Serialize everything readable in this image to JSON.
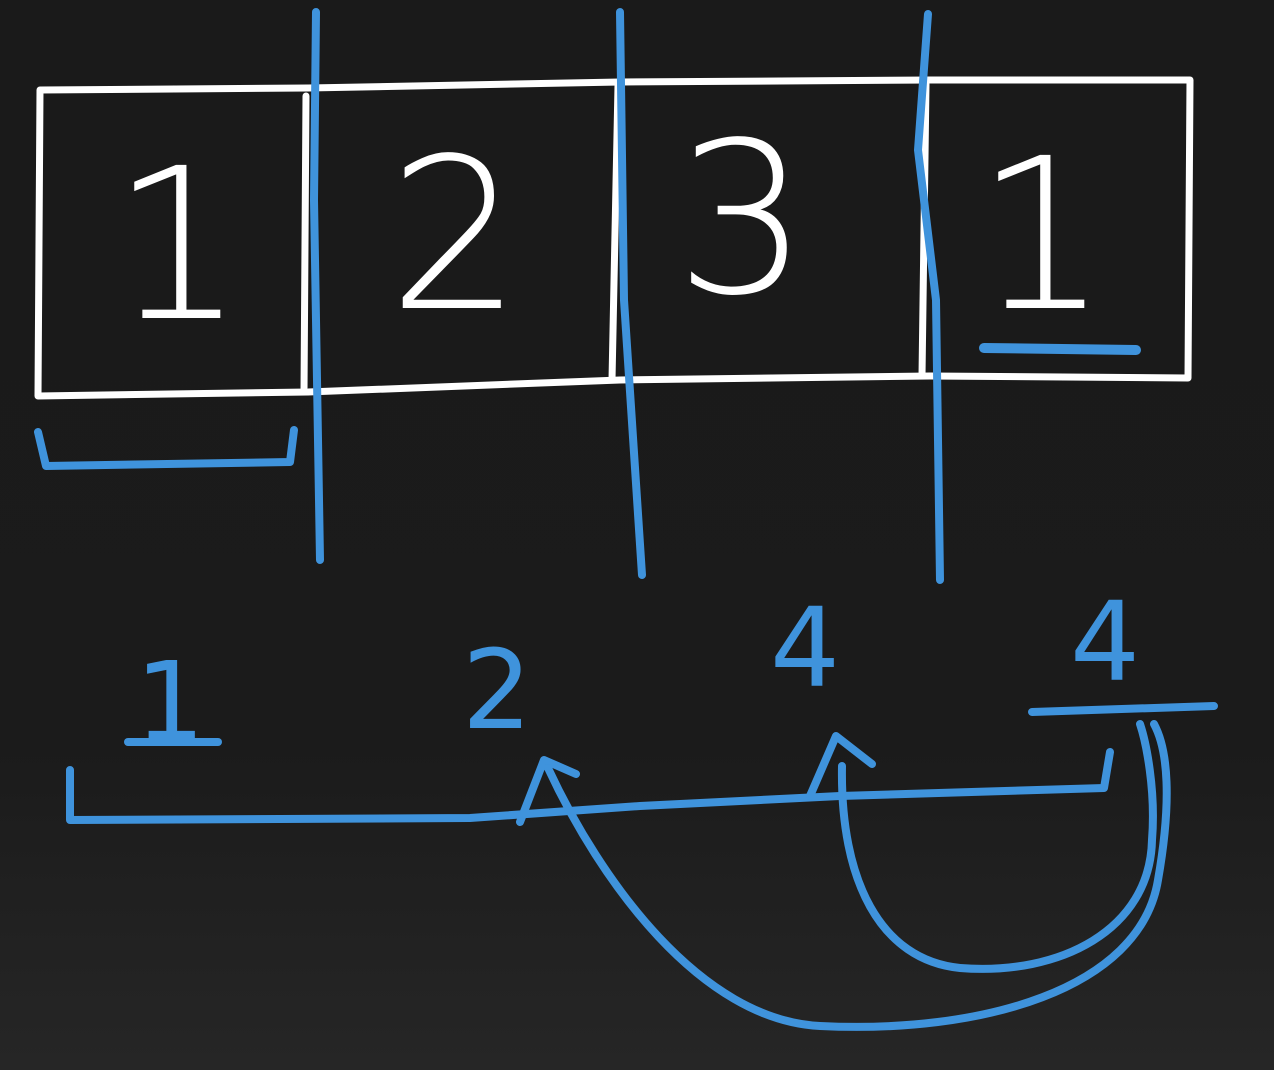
{
  "array_cells": [
    "1",
    "2",
    "3",
    "1"
  ],
  "prefix_values": [
    "1",
    "2",
    "4",
    "4"
  ],
  "colors": {
    "background": "#1b1b1b",
    "chalk_white": "#ffffff",
    "marker_blue": "#3f93dc"
  }
}
